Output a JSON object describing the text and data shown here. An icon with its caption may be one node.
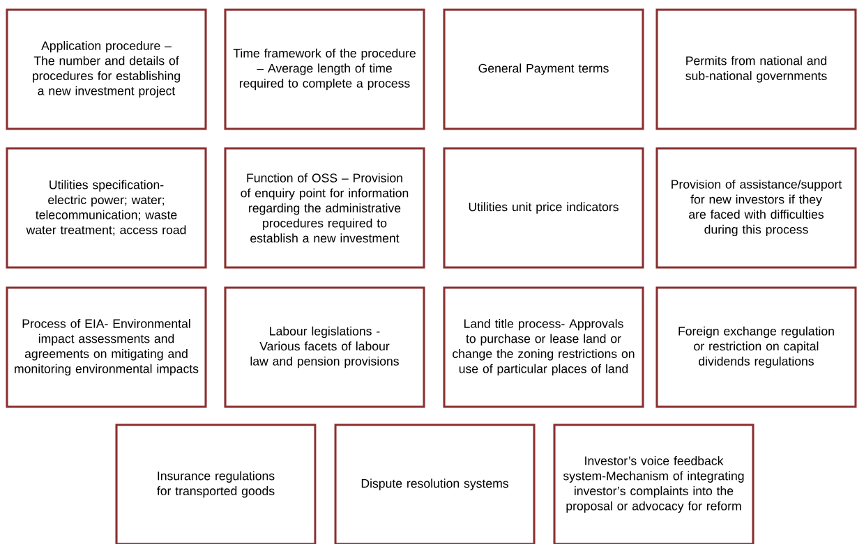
{
  "diagram": {
    "nodes": [
      {
        "text": [
          "Application procedure – The number and details of procedures for establishing a new investment project"
        ]
      },
      {
        "text": [
          "Time framework of the procedure – Average length of time required to complete a process"
        ]
      },
      {
        "text": [
          "General Payment terms"
        ]
      },
      {
        "text": [
          "Permits from national and sub-national governments"
        ]
      },
      {
        "text": [
          "Utilities specification- electric power; water; telecommunication; waste water treatment; access road"
        ]
      },
      {
        "text": [
          "Function of OSS – Provision of enquiry point for information regarding the administrative procedures required to establish a new investment"
        ]
      },
      {
        "text": [
          "Utilities unit price indicators"
        ]
      },
      {
        "text": [
          "Provision of assistance/support for new investors if they are faced with difficulties during this process"
        ]
      },
      {
        "text": [
          "Process of EIA- Environmental impact assessments and agreements on mitigating and monitoring environmental impacts"
        ]
      },
      {
        "text": [
          "Labour legislations - Various facets of labour law and pension provisions"
        ]
      },
      {
        "text": [
          "Land title process- Approvals to purchase or lease land or change the zoning restrictions on use of particular places of land"
        ]
      },
      {
        "text": [
          "Foreign exchange regulation or restriction on capital dividends regulations"
        ]
      },
      {
        "text": [
          "Insurance regulations for transported goods"
        ]
      },
      {
        "text": [
          "Dispute resolution systems"
        ]
      },
      {
        "text": [
          "Investor’s voice feedback system-Mechanism of integrating investor’s complaints into the proposal or advocacy for reform"
        ]
      }
    ]
  }
}
